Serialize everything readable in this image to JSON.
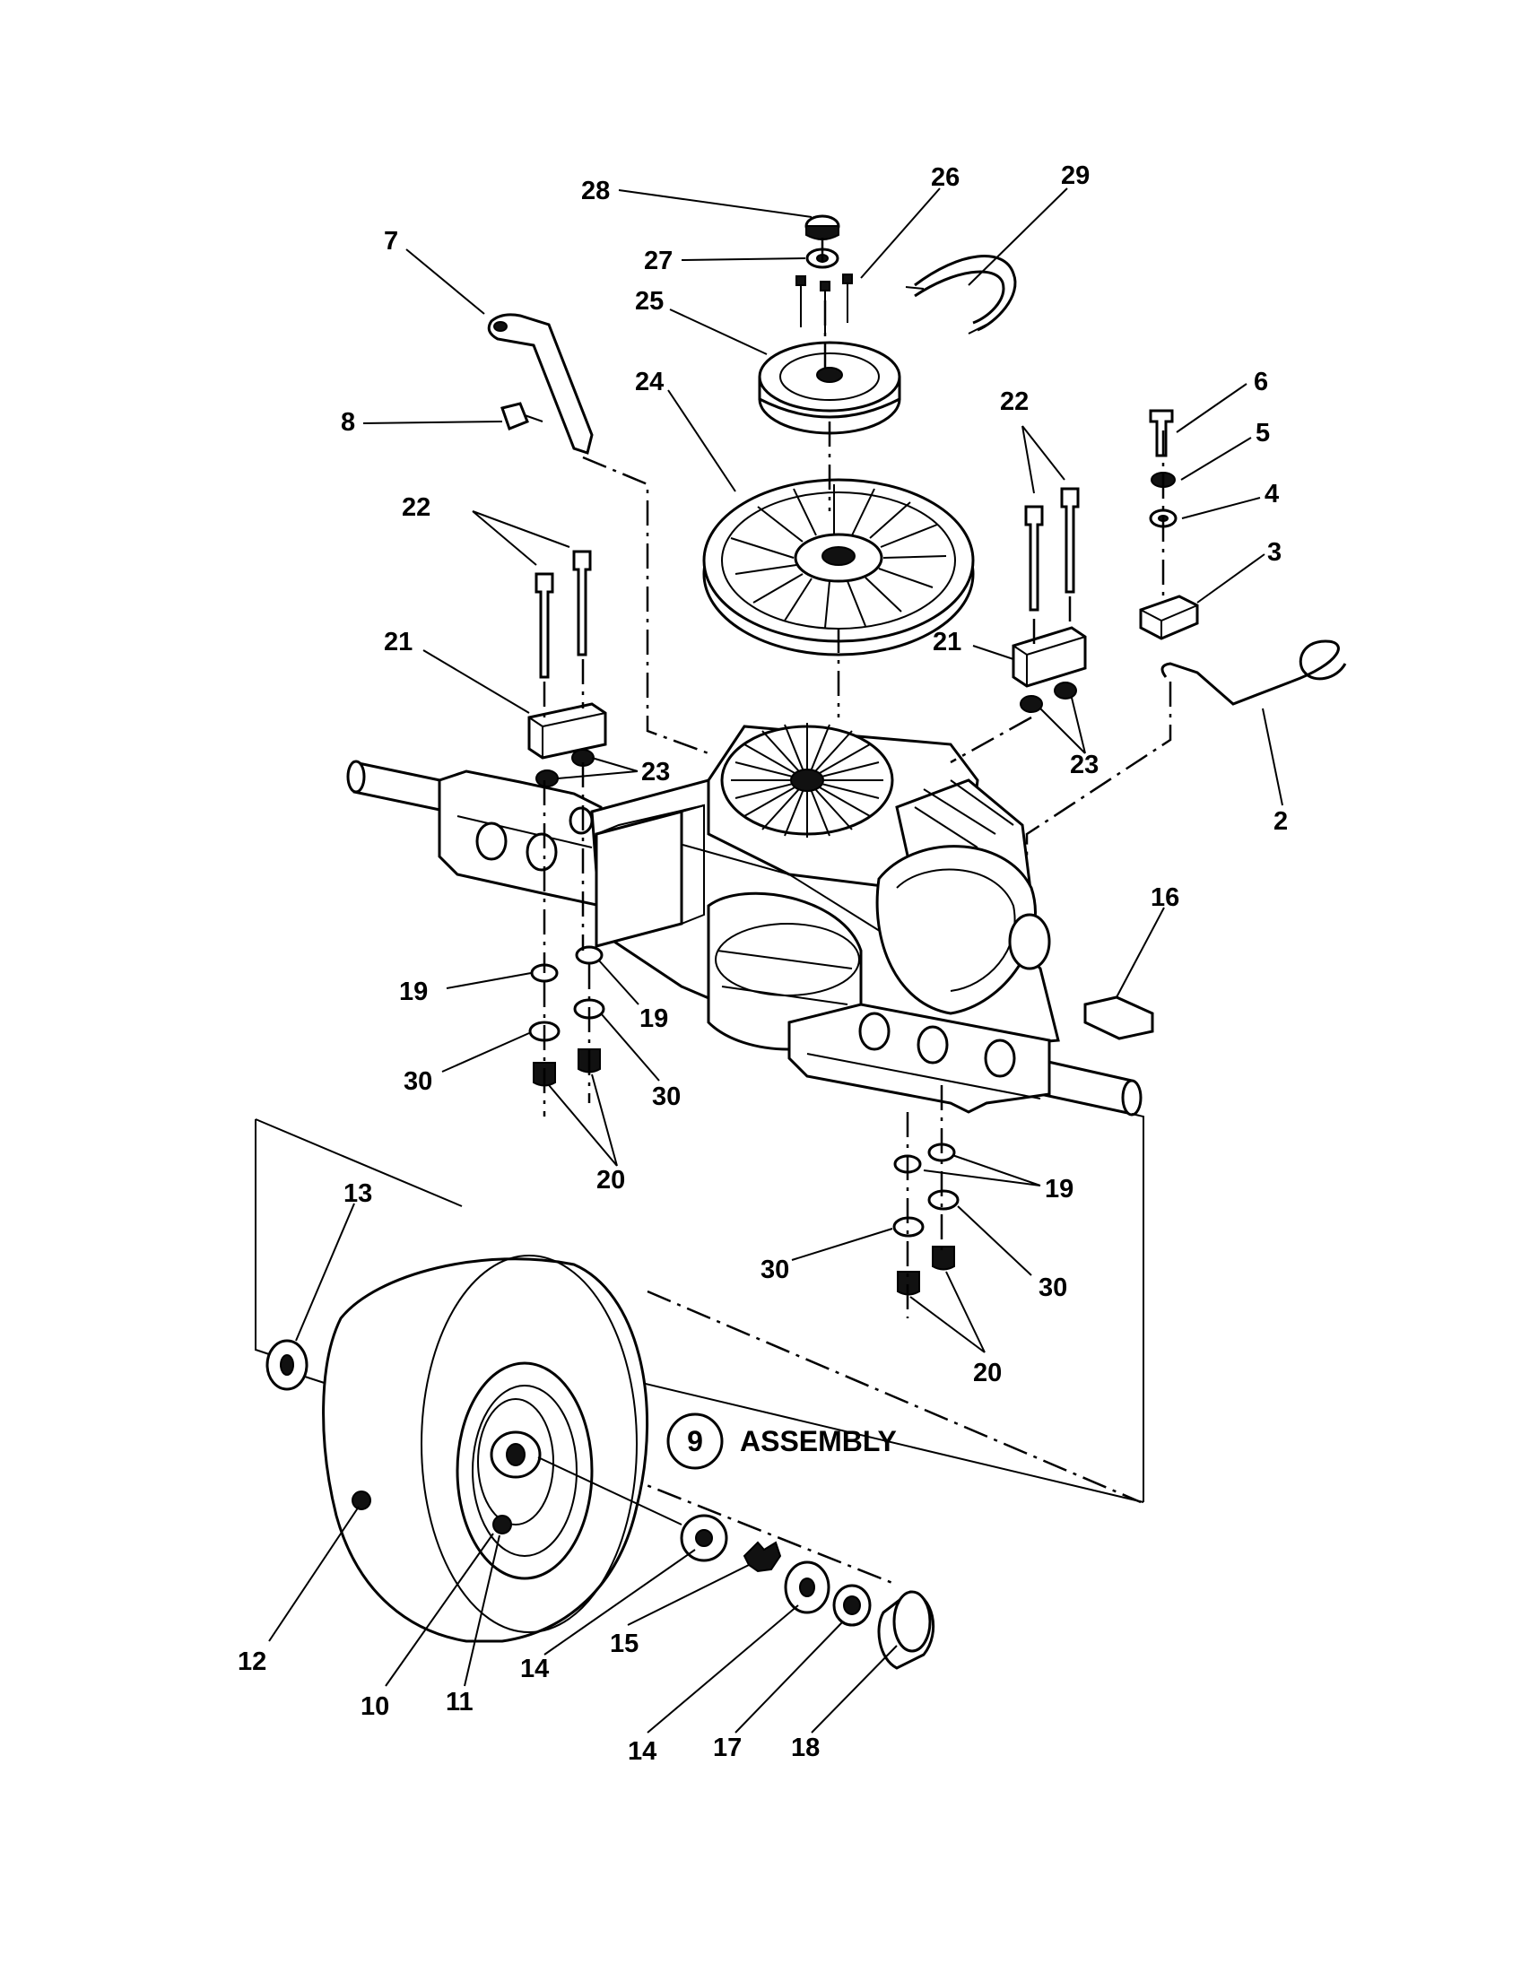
{
  "callouts": [
    {
      "id": "c28",
      "text": "28"
    },
    {
      "id": "c26",
      "text": "26"
    },
    {
      "id": "c29",
      "text": "29"
    },
    {
      "id": "c7",
      "text": "7"
    },
    {
      "id": "c27",
      "text": "27"
    },
    {
      "id": "c25",
      "text": "25"
    },
    {
      "id": "c24",
      "text": "24"
    },
    {
      "id": "c6",
      "text": "6"
    },
    {
      "id": "c8",
      "text": "8"
    },
    {
      "id": "c22a",
      "text": "22"
    },
    {
      "id": "c5",
      "text": "5"
    },
    {
      "id": "c4",
      "text": "4"
    },
    {
      "id": "c22b",
      "text": "22"
    },
    {
      "id": "c3",
      "text": "3"
    },
    {
      "id": "c21a",
      "text": "21"
    },
    {
      "id": "c21b",
      "text": "21"
    },
    {
      "id": "c23a",
      "text": "23"
    },
    {
      "id": "c23b",
      "text": "23"
    },
    {
      "id": "c2",
      "text": "2"
    },
    {
      "id": "c16",
      "text": "16"
    },
    {
      "id": "c19a",
      "text": "19"
    },
    {
      "id": "c19b",
      "text": "19"
    },
    {
      "id": "c30a",
      "text": "30"
    },
    {
      "id": "c30b",
      "text": "30"
    },
    {
      "id": "c20a",
      "text": "20"
    },
    {
      "id": "c13",
      "text": "13"
    },
    {
      "id": "c19c",
      "text": "19"
    },
    {
      "id": "c30c",
      "text": "30"
    },
    {
      "id": "c30d",
      "text": "30"
    },
    {
      "id": "c20b",
      "text": "20"
    },
    {
      "id": "c12",
      "text": "12"
    },
    {
      "id": "c14a",
      "text": "14"
    },
    {
      "id": "c15",
      "text": "15"
    },
    {
      "id": "c10",
      "text": "10"
    },
    {
      "id": "c11",
      "text": "11"
    },
    {
      "id": "c14b",
      "text": "14"
    },
    {
      "id": "c17",
      "text": "17"
    },
    {
      "id": "c18",
      "text": "18"
    }
  ],
  "assembly": {
    "number": "9",
    "label": "ASSEMBLY"
  }
}
